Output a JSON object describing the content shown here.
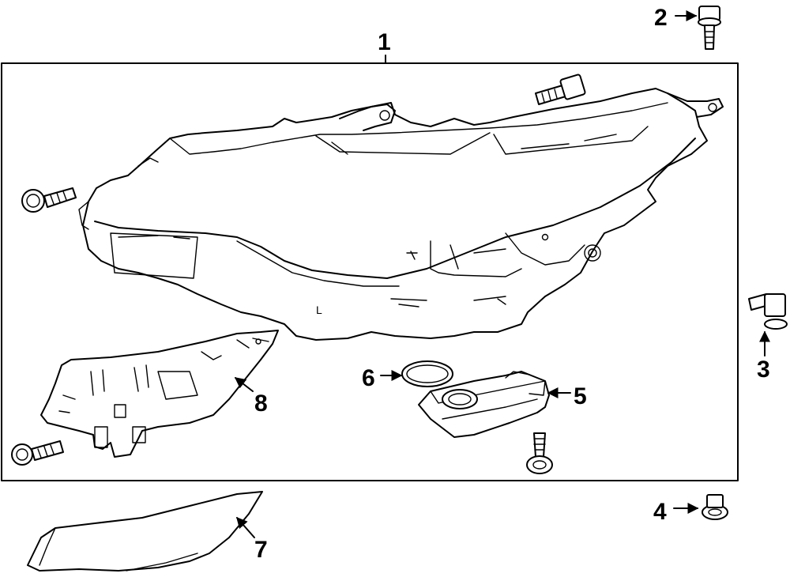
{
  "callouts": {
    "c1": "1",
    "c2": "2",
    "c3": "3",
    "c4": "4",
    "c5": "5",
    "c6": "6",
    "c7": "7",
    "c8": "8"
  },
  "housing_mark": "L",
  "colors": {
    "line": "#000000",
    "background": "#ffffff"
  }
}
